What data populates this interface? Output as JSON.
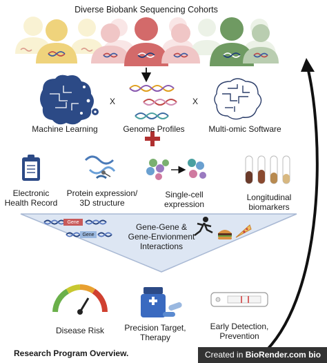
{
  "title": "Diverse Biobank Sequencing Cohorts",
  "inputs": {
    "machine_learning": "Machine Learning",
    "genome_profiles": "Genome Profiles",
    "multiomic": "Multi-omic Software",
    "operator": "X"
  },
  "data_sources": {
    "ehr_line1": "Electronic",
    "ehr_line2": "Health Record",
    "protein_line1": "Protein expression/",
    "protein_line2": "3D structure",
    "singlecell_line1": "Single-cell",
    "singlecell_line2": "expression",
    "longitudinal_line1": "Longitudinal",
    "longitudinal_line2": "biomarkers"
  },
  "funnel": {
    "line1": "Gene-Gene &",
    "line2": "Gene-Envionment",
    "line3": "Interactions",
    "gene_label": "Gene"
  },
  "outcomes": {
    "disease_risk": "Disease Risk",
    "precision_line1": "Precision Target,",
    "precision_line2": "Therapy",
    "early_line1": "Early Detection,",
    "early_line2": "Prevention"
  },
  "footer": {
    "title": "Research Program Overview.",
    "badge_prefix": "Created in ",
    "badge_brand": "BioRender.com",
    "badge_tail": " bio"
  },
  "colors": {
    "red": "#c85a5a",
    "green": "#6a9a5e",
    "yellow": "#e8d07a",
    "navy": "#1f3d7a",
    "plus": "#b03030"
  }
}
